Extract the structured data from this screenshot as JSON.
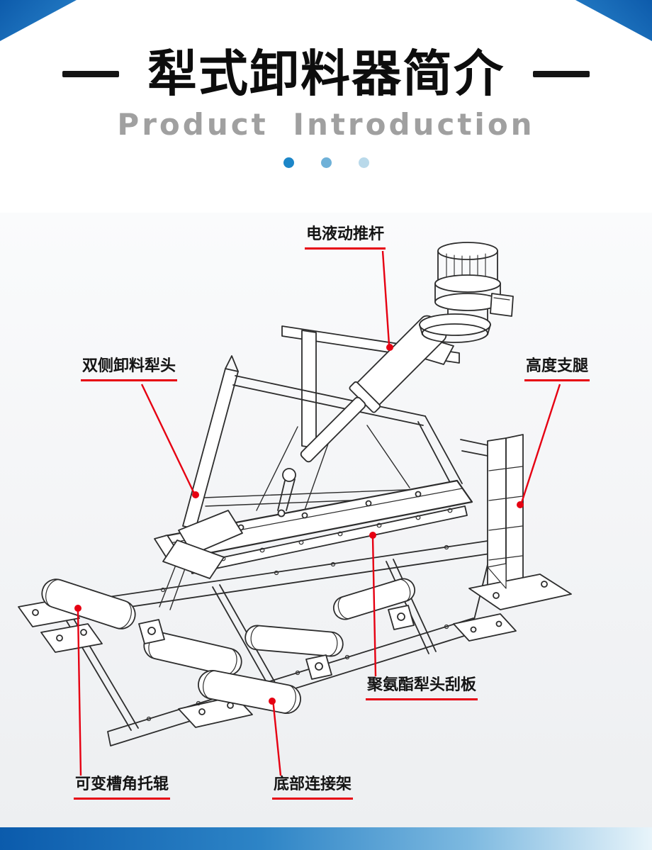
{
  "header": {
    "title": "犁式卸料器简介",
    "subtitle": "Product Introduction"
  },
  "colors": {
    "corner_blue_dark": "#0d5bab",
    "corner_blue_light": "#2a84cb",
    "dot_colors": [
      "#1c86c8",
      "#6fb1d8",
      "#b9d9ea"
    ],
    "callout_red": "#e60012",
    "title_color": "#0d0d0d",
    "subtitle_color": "#a0a0a0",
    "bottom_bar_start": "#0b5bac",
    "bottom_bar_end": "#e8f4fa",
    "drawing_line_color": "#2d2d2d"
  },
  "diagram": {
    "description": "Isometric technical line drawing of a plow-type belt unloader (犁式卸料器) with red callout leader lines",
    "labels": [
      {
        "id": "electro-hydraulic-pusher",
        "text": "电液动推杆"
      },
      {
        "id": "double-side-plow-head",
        "text": "双侧卸料犁头"
      },
      {
        "id": "height-support-leg",
        "text": "高度支腿"
      },
      {
        "id": "polyurethane-plow-scraper",
        "text": "聚氨酯犁头刮板"
      },
      {
        "id": "variable-trough-angle-idler",
        "text": "可变槽角托辊"
      },
      {
        "id": "bottom-connection-frame",
        "text": "底部连接架"
      }
    ]
  }
}
